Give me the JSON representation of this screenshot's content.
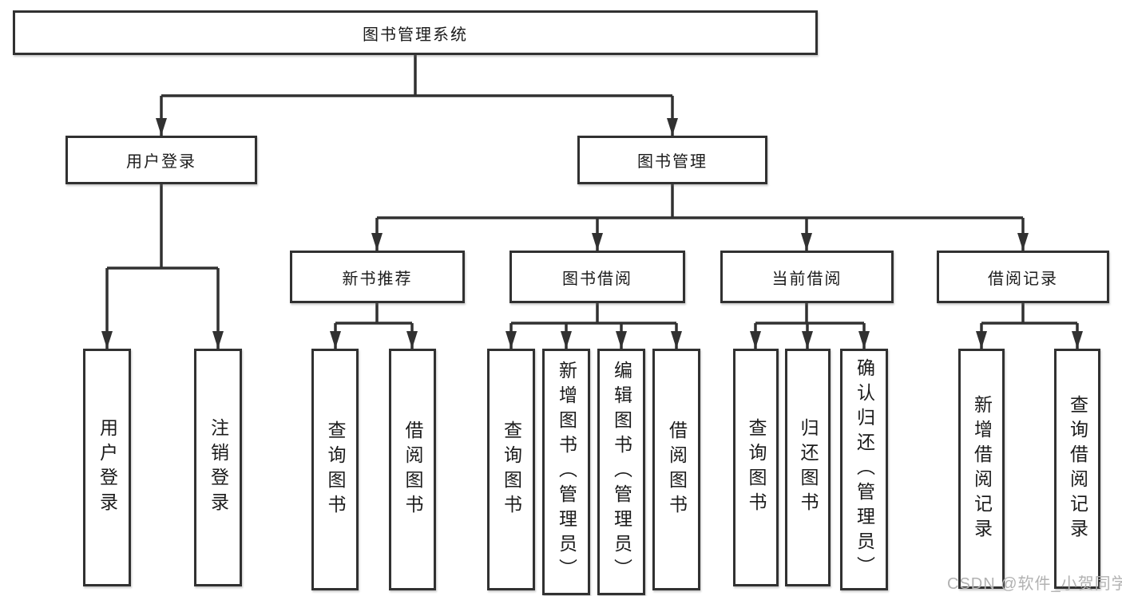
{
  "diagram": {
    "title": "图书管理系统",
    "tree": {
      "root": "图书管理系统",
      "branches": [
        {
          "label": "用户登录",
          "children": [
            "用户登录",
            "注销登录"
          ]
        },
        {
          "label": "图书管理",
          "children": [
            {
              "label": "新书推荐",
              "children": [
                "查询图书",
                "借阅图书"
              ]
            },
            {
              "label": "图书借阅",
              "children": [
                "查询图书",
                "新增图书（管理员）",
                "编辑图书（管理员）",
                "借阅图书"
              ]
            },
            {
              "label": "当前借阅",
              "children": [
                "查询图书",
                "归还图书",
                "确认归还（管理员）"
              ]
            },
            {
              "label": "借阅记录",
              "children": [
                "新增借阅记录",
                "查询借阅记录"
              ]
            }
          ]
        }
      ]
    },
    "colors": {
      "line": "#313131",
      "text": "#1b1b1b",
      "background": "#ffffff",
      "watermark": "#b2b2b2"
    }
  },
  "watermark": {
    "text": "CSDN @软件_小贺同学"
  }
}
